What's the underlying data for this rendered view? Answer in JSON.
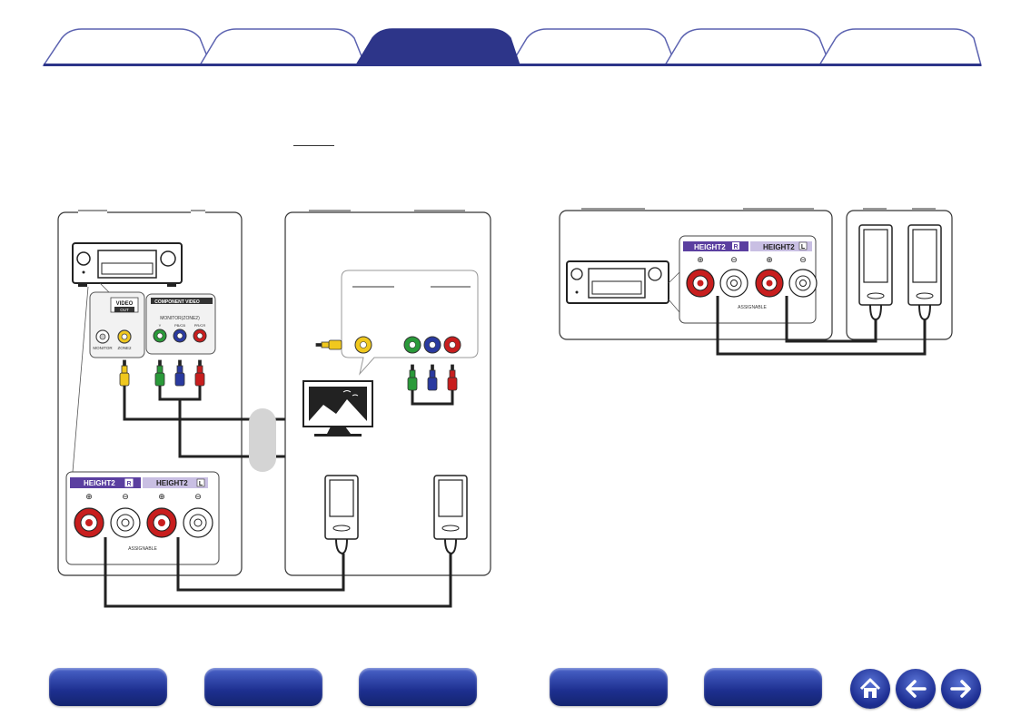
{
  "tabs": [
    {
      "label": "",
      "active": false
    },
    {
      "label": "",
      "active": false
    },
    {
      "label": "",
      "active": true
    },
    {
      "label": "",
      "active": false
    },
    {
      "label": "",
      "active": false
    },
    {
      "label": "",
      "active": false
    }
  ],
  "diagram": {
    "receiver_panel": {
      "video_out_label": "VIDEO",
      "video_out_sub": "OUT",
      "monitor_label": "MONITOR",
      "zone2_label": "ZONE2",
      "component_video_label": "COMPONENT VIDEO",
      "monitor_zone2_label": "MONITOR(ZONE2)",
      "jack_y": "Y",
      "jack_pb": "PB/CB",
      "jack_pr": "PR/CR"
    },
    "speaker_terminals": {
      "height2_r": "HEIGHT2",
      "height2_l": "HEIGHT2",
      "r_badge": "R",
      "l_badge": "L",
      "assignable": "ASSIGNABLE"
    }
  },
  "footer": {
    "buttons": [
      "",
      "",
      "",
      "",
      ""
    ],
    "home_icon": "home-icon",
    "back_icon": "arrow-left-icon",
    "forward_icon": "arrow-right-icon"
  },
  "colors": {
    "tab_fill": "#ffffff",
    "tab_active": "#2d3589",
    "tab_border": "#5b62b0",
    "button_blue": "#1d2f8f",
    "hdmi_purple": "#5b3fa0",
    "jack_green": "#2a9a3a",
    "jack_blue": "#2a3aa0",
    "jack_red": "#c81e1e",
    "jack_yellow": "#f0c81e"
  }
}
